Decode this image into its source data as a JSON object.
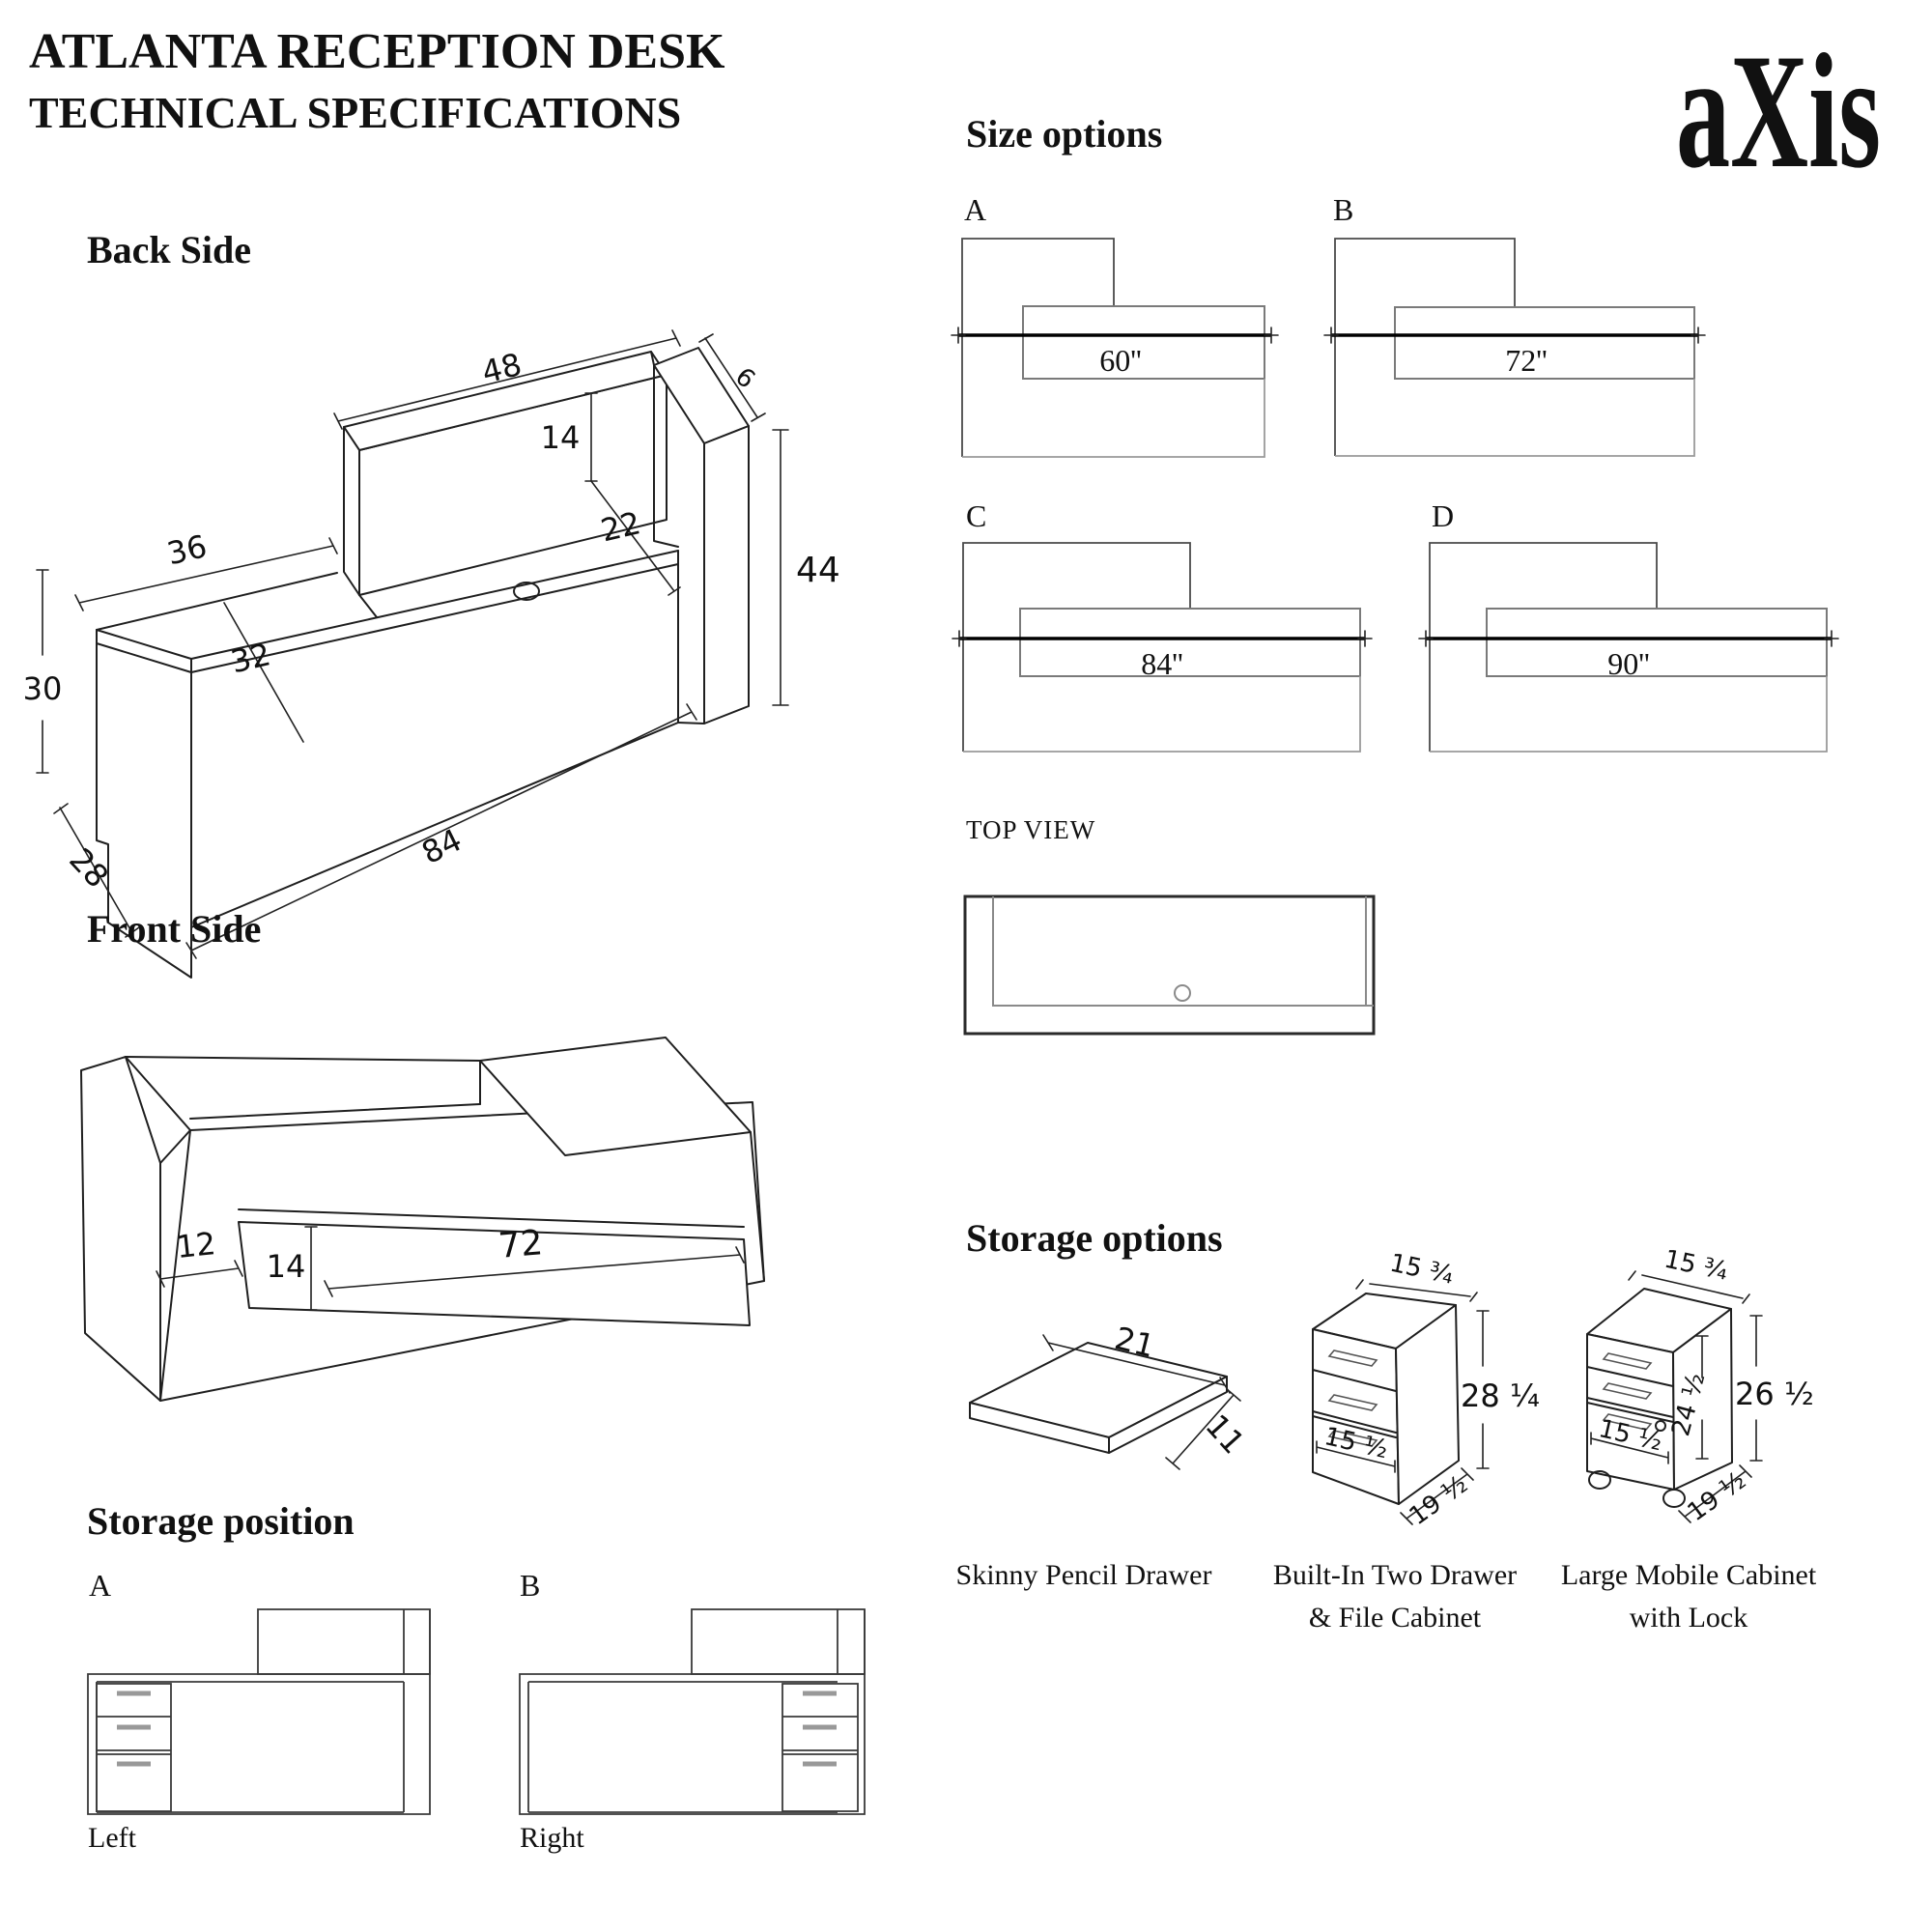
{
  "header": {
    "title_line1": "ATLANTA RECEPTION DESK",
    "title_line2": "TECHNICAL SPECIFICATIONS",
    "logo": "aXis"
  },
  "sections": {
    "back_side": "Back Side",
    "front_side": "Front Side",
    "size_options": "Size options",
    "top_view": "TOP VIEW",
    "storage_options": "Storage options",
    "storage_position": "Storage position"
  },
  "back_dims": {
    "d48": "48",
    "d6": "6",
    "d14": "14",
    "d22": "22",
    "d36": "36",
    "d32": "32",
    "d30": "30",
    "d44": "44",
    "d28": "28",
    "d84": "84"
  },
  "front_dims": {
    "d12": "12",
    "d14": "14",
    "d72": "72"
  },
  "size_options": {
    "a_label": "A",
    "a_size": "60''",
    "b_label": "B",
    "b_size": "72''",
    "c_label": "C",
    "c_size": "84''",
    "d_label": "D",
    "d_size": "90''"
  },
  "storage_options": {
    "item1": {
      "name": "Skinny Pencil Drawer",
      "d_width": "21",
      "d_depth": "11"
    },
    "item2": {
      "name_line1": "Built-In Two Drawer",
      "name_line2": "& File Cabinet",
      "d_top": "15 ¾",
      "d_height": "28 ¼",
      "d_width": "15 ½",
      "d_depth": "19 ½"
    },
    "item3": {
      "name_line1": "Large Mobile Cabinet",
      "name_line2": "with Lock",
      "d_top": "15 ¾",
      "d_height": "26 ½",
      "d_inner_height": "24 ½",
      "d_width": "15 ½",
      "d_depth": "19 ½"
    }
  },
  "storage_position": {
    "a_label": "A",
    "b_label": "B",
    "left": "Left",
    "right": "Right"
  }
}
